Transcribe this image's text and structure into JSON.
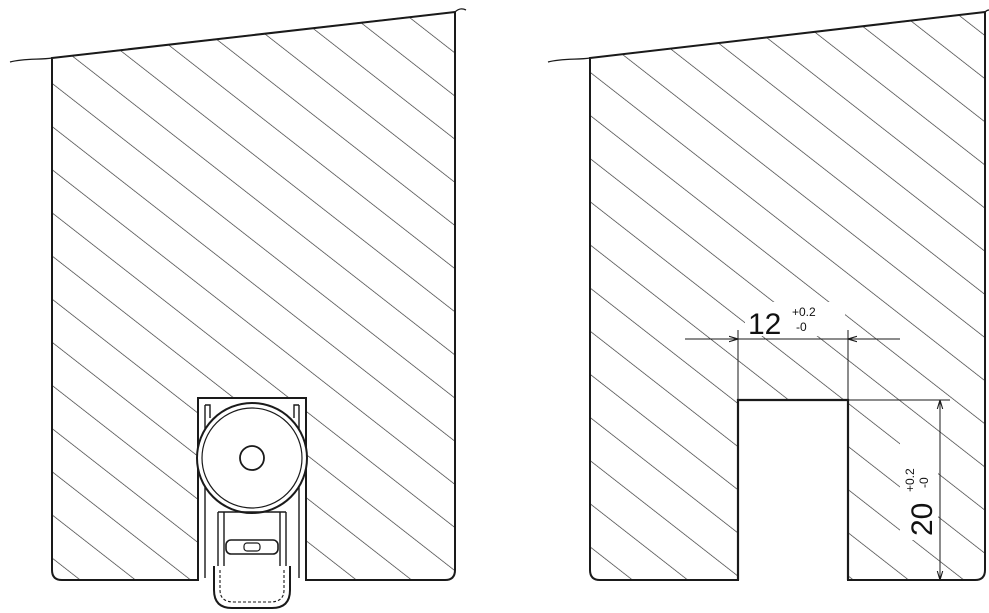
{
  "drawing": {
    "panels": [
      {
        "id": "assembly-section",
        "content": "door section with installed automatic drop-down door seal"
      },
      {
        "id": "groove-section",
        "content": "door section with milled groove for the seal"
      }
    ],
    "groove_width": {
      "nominal": "12",
      "tol_upper": "+0.2",
      "tol_lower": "-0"
    },
    "groove_depth": {
      "nominal": "20",
      "tol_upper": "+0.2",
      "tol_lower": "-0"
    },
    "colors": {
      "line": "#1a1a1a",
      "hatch": "#2b2b2b",
      "background": "#ffffff"
    }
  }
}
